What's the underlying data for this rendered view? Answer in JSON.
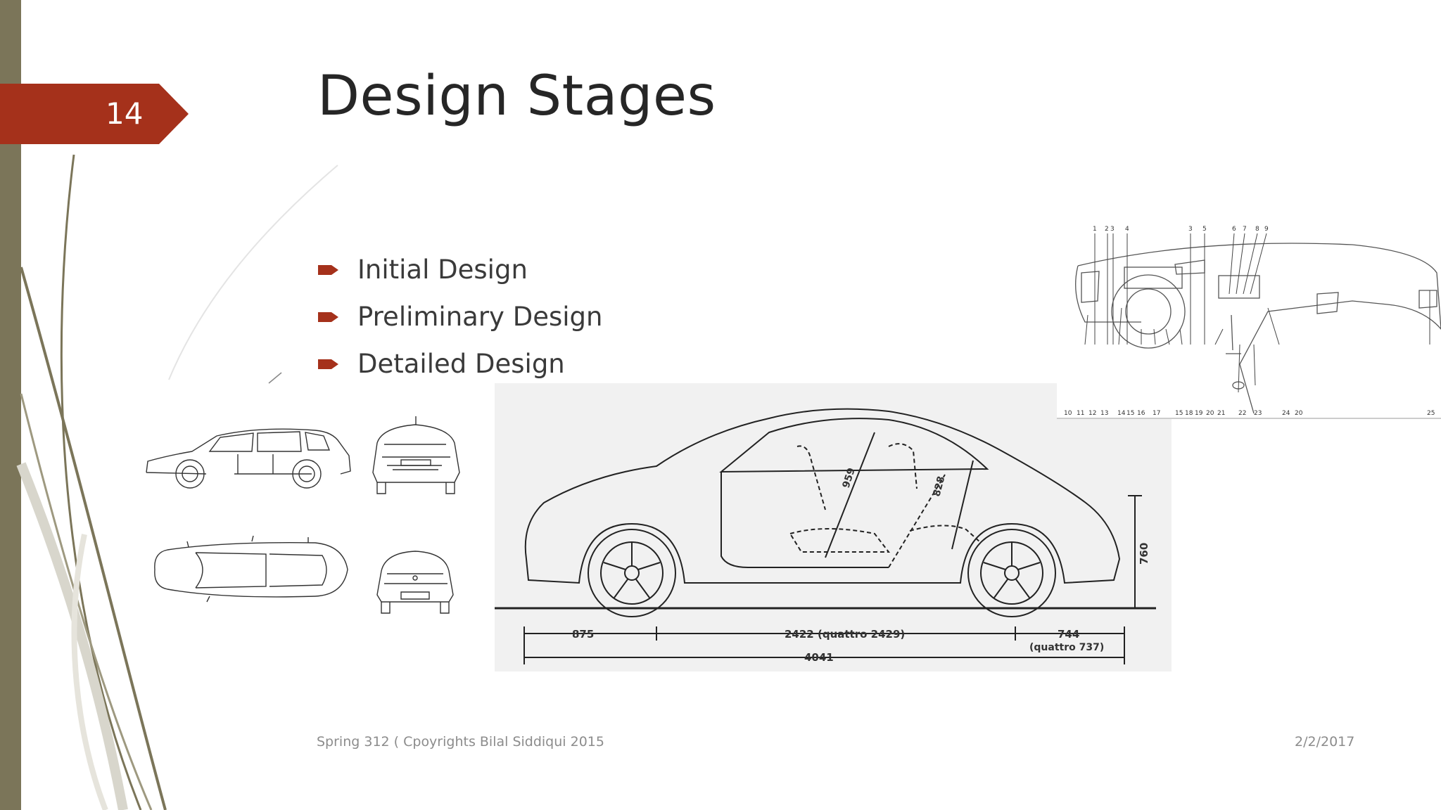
{
  "slide": {
    "number": "14",
    "title": "Design Stages",
    "bullets": [
      "Initial Design",
      "Preliminary Design",
      "Detailed Design"
    ],
    "footer_left": "Spring 312 ( Cpoyrights Bilal Siddiqui 2015",
    "footer_right": "2/2/2017",
    "accent_color": "#a5311b",
    "bar_color": "#7b7559"
  },
  "diagram": {
    "dim_front": "875",
    "dim_wheelbase": "2422 (quattro 2429)",
    "dim_rear": "744",
    "dim_rear_quattro": "(quattro 737)",
    "dim_total": "4041",
    "dim_height": "760",
    "dim_headroom_front": "959",
    "dim_headroom_rear": "828"
  },
  "dashboard": {
    "top_labels": [
      "1",
      "2",
      "3",
      "4",
      "3",
      "5",
      "6",
      "7",
      "8",
      "9"
    ],
    "bottom_labels": [
      "10",
      "11",
      "12",
      "13",
      "14",
      "15",
      "16",
      "17",
      "15",
      "18",
      "19",
      "20",
      "21",
      "22",
      "23",
      "24",
      "20",
      "25"
    ]
  }
}
